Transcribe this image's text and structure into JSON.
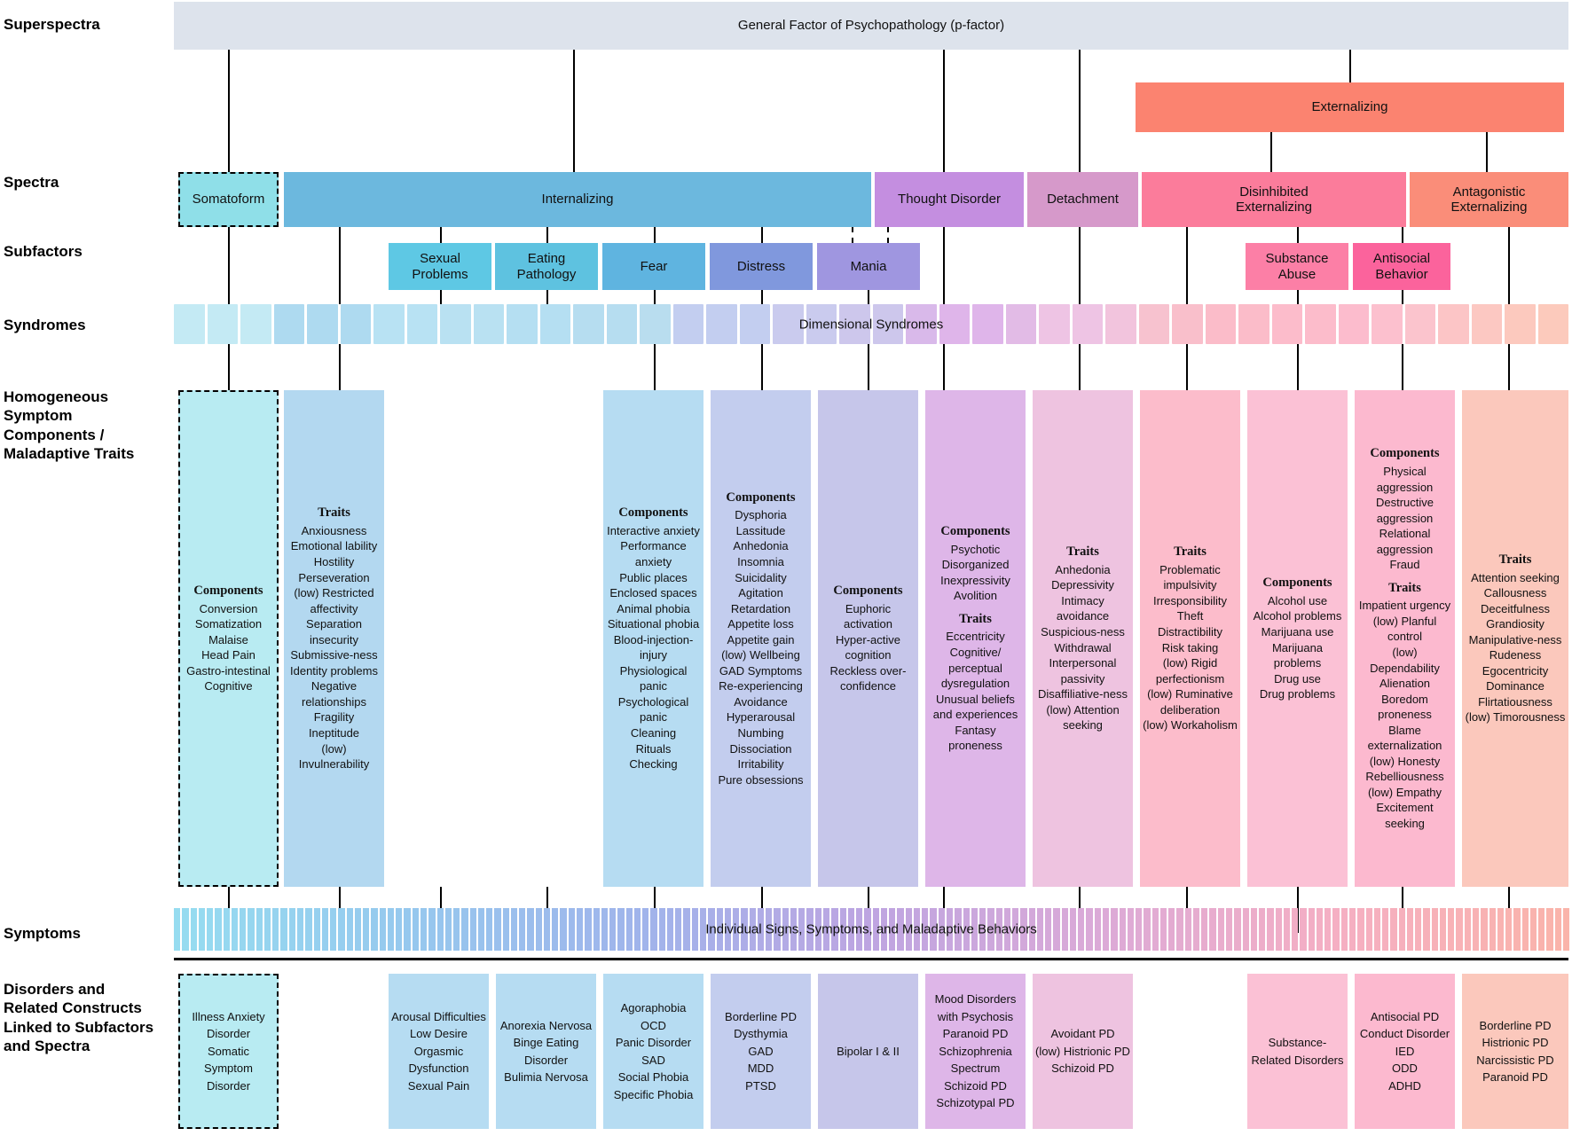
{
  "row_labels": {
    "superspectra": "Superspectra",
    "spectra": "Spectra",
    "subfactors": "Subfactors",
    "syndromes": "Syndromes",
    "hsc": "Homogeneous\nSymptom\nComponents /\nMaladaptive Traits",
    "symptoms": "Symptoms",
    "disorders": "Disorders and\nRelated Constructs\nLinked to Subfactors\nand Spectra"
  },
  "colors": {
    "superspectra": "#dde3ec",
    "somatoform": "#8fdfe8",
    "internalizing": "#6cb8de",
    "thought_disorder": "#c48ee0",
    "detachment": "#d699ca",
    "disinhibited_ext": "#fb7c9b",
    "antagonistic_ext": "#fa8d79",
    "externalizing": "#fb8370",
    "sexual_problems": "#5ec8e4",
    "eating_pathology": "#5ec2e0",
    "fear": "#5fb4e0",
    "distress": "#8098dd",
    "mania": "#9f96e0",
    "substance_abuse": "#fc7fa6",
    "antisocial": "#fb639c",
    "hsc_somatoform": "#b8ebf2",
    "hsc_internalizing": "#b3d8f0",
    "hsc_fear": "#b6dcf2",
    "hsc_distress": "#c3cdee",
    "hsc_mania": "#c6c6ea",
    "hsc_thought": "#deb6e8",
    "hsc_detachment": "#eec3e0",
    "hsc_disinhibited": "#fcbccb",
    "hsc_substance": "#fbc1d5",
    "hsc_antisocial": "#fcb9cf",
    "hsc_antagonistic": "#fbc8bc"
  },
  "superspectra": {
    "label": "General Factor of Psychopathology (p-factor)"
  },
  "spectra": [
    {
      "key": "somatoform",
      "label": "Somatoform",
      "dashed": true
    },
    {
      "key": "internalizing",
      "label": "Internalizing",
      "dashed": false
    },
    {
      "key": "thought_disorder",
      "label": "Thought Disorder",
      "dashed": false
    },
    {
      "key": "detachment",
      "label": "Detachment",
      "dashed": false
    },
    {
      "key": "disinhibited_ext",
      "label": "Disinhibited\nExternalizing",
      "dashed": false
    },
    {
      "key": "antagonistic_ext",
      "label": "Antagonistic Externalizing",
      "dashed": false
    }
  ],
  "externalizing": {
    "label": "Externalizing"
  },
  "subfactors": [
    {
      "key": "sexual_problems",
      "label": "Sexual Problems"
    },
    {
      "key": "eating_pathology",
      "label": "Eating Pathology"
    },
    {
      "key": "fear",
      "label": "Fear"
    },
    {
      "key": "distress",
      "label": "Distress"
    },
    {
      "key": "mania",
      "label": "Mania"
    },
    {
      "key": "substance_abuse",
      "label": "Substance Abuse"
    },
    {
      "key": "antisocial",
      "label": "Antisocial\nBehavior"
    }
  ],
  "syndromes": {
    "label": "Dimensional Syndromes",
    "cell_count": 42,
    "cell_colors": [
      "#c4eaf4",
      "#c4eaf4",
      "#c4eaf4",
      "#aedaf0",
      "#aedaf0",
      "#aedaf0",
      "#b8e2f3",
      "#b8e2f3",
      "#b9e1f2",
      "#b9e1f2",
      "#b5dff2",
      "#b5dff2",
      "#b6ddf0",
      "#b6ddf0",
      "#b9ddef",
      "#c3cef0",
      "#c3cef0",
      "#c3cef0",
      "#cacbee",
      "#cacbee",
      "#cdc7ec",
      "#cdc7ec",
      "#d9b9ea",
      "#dfb5ea",
      "#dfb5ea",
      "#e2bbe6",
      "#eec4e4",
      "#eec4e4",
      "#f2c4dd",
      "#f7c2cf",
      "#f9bfcb",
      "#fbbcc9",
      "#fbbcc9",
      "#fcbccb",
      "#fcbccb",
      "#fcbccd",
      "#fcc0ce",
      "#fbc4cd",
      "#fcc5c6",
      "#fcc8c2",
      "#fcc9be",
      "#fccabc"
    ]
  },
  "symptoms": {
    "label": "Individual Signs, Symptoms, and Maladaptive Behaviors",
    "cell_count": 170
  },
  "hsc_columns": [
    {
      "key": "somatoform",
      "color_key": "hsc_somatoform",
      "dashed": true,
      "groups": [
        {
          "header": "Components",
          "items": [
            "Conversion",
            "Somatization",
            "Malaise",
            "Head Pain",
            "Gastro-intestinal",
            "Cognitive"
          ]
        }
      ]
    },
    {
      "key": "internalizing",
      "color_key": "hsc_internalizing",
      "dashed": false,
      "groups": [
        {
          "header": "Traits",
          "items": [
            "Anxiousness",
            "Emotional lability",
            "Hostility",
            "Perseveration",
            "(low) Restricted affectivity",
            "Separation insecurity",
            "Submissive-ness",
            "Identity problems",
            "Negative relationships",
            "Fragility",
            "Ineptitude",
            "(low) Invulnerability"
          ]
        }
      ]
    },
    {
      "key": "fear",
      "color_key": "hsc_fear",
      "dashed": false,
      "groups": [
        {
          "header": "Components",
          "items": [
            "Interactive anxiety",
            "Performance anxiety",
            "Public places",
            "Enclosed spaces",
            "Animal phobia",
            "Situational phobia",
            "Blood-injection-injury",
            "Physiological panic",
            "Psychological panic",
            "Cleaning",
            "Rituals",
            "Checking"
          ]
        }
      ]
    },
    {
      "key": "distress",
      "color_key": "hsc_distress",
      "dashed": false,
      "groups": [
        {
          "header": "Components",
          "items": [
            "Dysphoria",
            "Lassitude",
            "Anhedonia",
            "Insomnia",
            "Suicidality",
            "Agitation",
            "Retardation",
            "Appetite loss",
            "Appetite gain",
            "(low) Wellbeing",
            "GAD Symptoms",
            "Re-experiencing",
            "Avoidance",
            "Hyperarousal",
            "Numbing",
            "Dissociation",
            "Irritability",
            "Pure obsessions"
          ]
        }
      ]
    },
    {
      "key": "mania",
      "color_key": "hsc_mania",
      "dashed": false,
      "groups": [
        {
          "header": "Components",
          "items": [
            "Euphoric activation",
            "Hyper-active cognition",
            "Reckless over-confidence"
          ]
        }
      ]
    },
    {
      "key": "thought",
      "color_key": "hsc_thought",
      "dashed": false,
      "groups": [
        {
          "header": "Components",
          "items": [
            "Psychotic",
            "Disorganized",
            "Inexpressivity",
            "Avolition"
          ]
        },
        {
          "header": "Traits",
          "items": [
            "Eccentricity",
            "Cognitive/ perceptual dysregulation",
            "Unusual beliefs and experiences",
            "Fantasy proneness"
          ]
        }
      ]
    },
    {
      "key": "detachment",
      "color_key": "hsc_detachment",
      "dashed": false,
      "groups": [
        {
          "header": "Traits",
          "items": [
            "Anhedonia",
            "Depressivity",
            "Intimacy avoidance",
            "Suspicious-ness",
            "Withdrawal",
            "Interpersonal passivity",
            "Disaffiliative-ness",
            "(low) Attention seeking"
          ]
        }
      ]
    },
    {
      "key": "disinhibited",
      "color_key": "hsc_disinhibited",
      "dashed": false,
      "groups": [
        {
          "header": "Traits",
          "items": [
            "Problematic impulsivity",
            "Irresponsibility",
            "Theft",
            "Distractibility",
            "Risk taking",
            "(low) Rigid perfectionism",
            "(low) Ruminative deliberation",
            "(low) Workaholism"
          ]
        }
      ]
    },
    {
      "key": "substance",
      "color_key": "hsc_substance",
      "dashed": false,
      "groups": [
        {
          "header": "Components",
          "items": [
            "Alcohol use",
            "Alcohol problems",
            "Marijuana use",
            "Marijuana problems",
            "Drug use",
            "Drug problems"
          ]
        }
      ]
    },
    {
      "key": "antisocial",
      "color_key": "hsc_antisocial",
      "dashed": false,
      "groups": [
        {
          "header": "Components",
          "items": [
            "Physical aggression",
            "Destructive aggression",
            "Relational aggression",
            "Fraud"
          ]
        },
        {
          "header": "Traits",
          "items": [
            "Impatient urgency",
            "(low) Planful control",
            "(low) Dependability",
            "Alienation",
            "Boredom proneness",
            "Blame externalization",
            "(low) Honesty",
            "Rebelliousness",
            "(low) Empathy",
            "Excitement seeking"
          ]
        }
      ]
    },
    {
      "key": "antagonistic",
      "color_key": "hsc_antagonistic",
      "dashed": false,
      "groups": [
        {
          "header": "Traits",
          "items": [
            "Attention seeking",
            "Callousness",
            "Deceitfulness",
            "Grandiosity",
            "Manipulative-ness",
            "Rudeness",
            "Egocentricity",
            "Dominance",
            "Flirtatiousness",
            "(low) Timorousness"
          ]
        }
      ]
    }
  ],
  "disorder_columns": [
    {
      "key": "somatoform",
      "color_key": "hsc_somatoform",
      "dashed": true,
      "items": [
        "Illness Anxiety Disorder",
        "Somatic Symptom Disorder"
      ]
    },
    {
      "key": "sexual",
      "color_key": "hsc_fear",
      "dashed": false,
      "items": [
        "Arousal Difficulties",
        "Low Desire",
        "Orgasmic Dysfunction",
        "Sexual Pain"
      ]
    },
    {
      "key": "eating",
      "color_key": "hsc_fear",
      "dashed": false,
      "items": [
        "Anorexia Nervosa",
        "Binge Eating Disorder",
        "Bulimia Nervosa"
      ]
    },
    {
      "key": "fear",
      "color_key": "hsc_fear",
      "dashed": false,
      "items": [
        "Agoraphobia",
        "OCD",
        "Panic Disorder",
        "SAD",
        "Social Phobia",
        "Specific Phobia"
      ]
    },
    {
      "key": "distress",
      "color_key": "hsc_distress",
      "dashed": false,
      "items": [
        "Borderline PD",
        "Dysthymia",
        "GAD",
        "MDD",
        "PTSD"
      ]
    },
    {
      "key": "mania",
      "color_key": "hsc_mania",
      "dashed": false,
      "items": [
        "Bipolar I & II"
      ]
    },
    {
      "key": "thought",
      "color_key": "hsc_thought",
      "dashed": false,
      "items": [
        "Mood Disorders with Psychosis",
        "Paranoid PD",
        "Schizophrenia Spectrum",
        "Schizoid PD",
        "Schizotypal PD"
      ]
    },
    {
      "key": "detachment",
      "color_key": "hsc_detachment",
      "dashed": false,
      "items": [
        "Avoidant PD",
        "(low) Histrionic PD",
        "Schizoid PD"
      ]
    },
    {
      "key": "substance",
      "color_key": "hsc_substance",
      "dashed": false,
      "items": [
        "Substance-Related Disorders"
      ]
    },
    {
      "key": "antisocial",
      "color_key": "hsc_antisocial",
      "dashed": false,
      "items": [
        "Antisocial PD",
        "Conduct Disorder",
        "IED",
        "ODD",
        "ADHD"
      ]
    },
    {
      "key": "antagonistic",
      "color_key": "hsc_antagonistic",
      "dashed": false,
      "items": [
        "Borderline PD",
        "Histrionic PD",
        "Narcissistic PD",
        "Paranoid PD"
      ]
    }
  ]
}
